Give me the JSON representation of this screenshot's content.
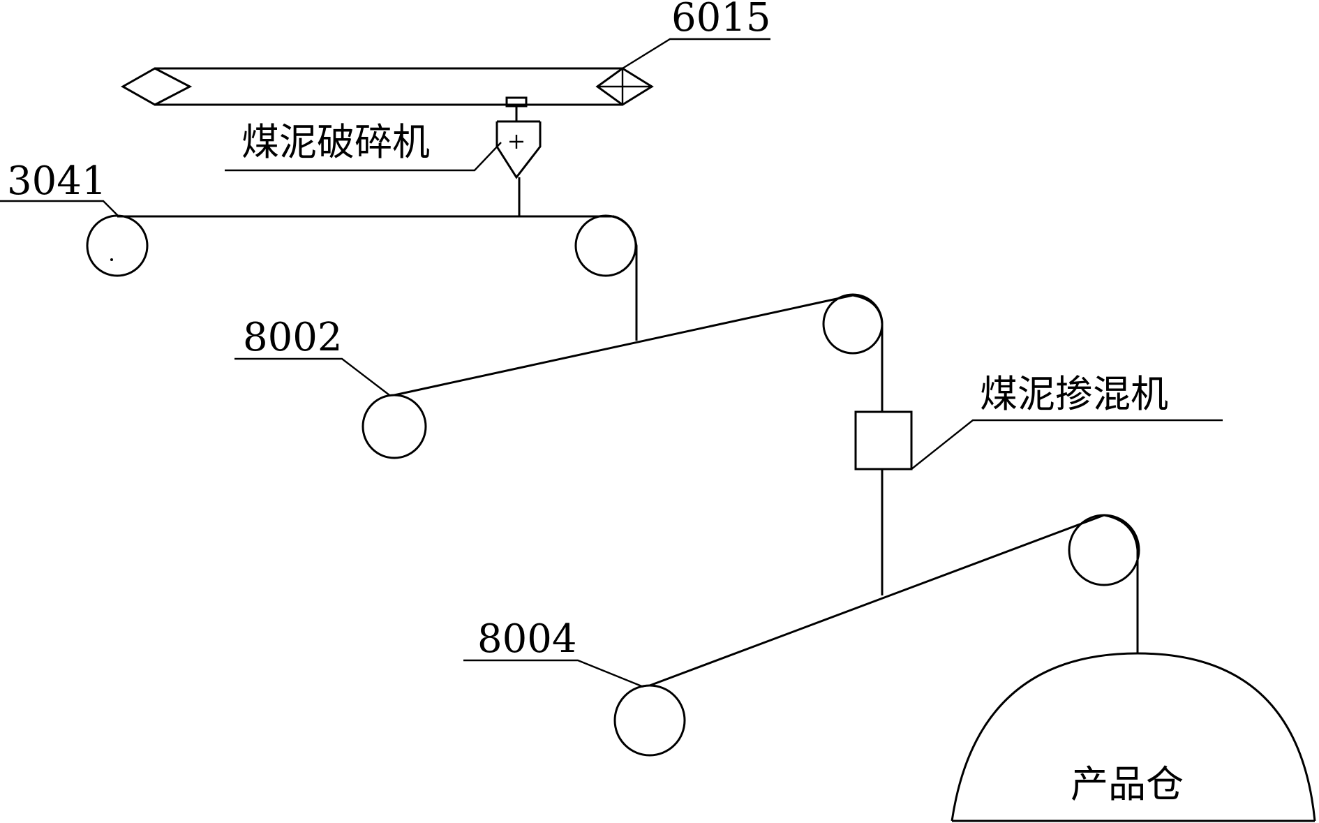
{
  "diagram": {
    "labels": {
      "conveyor_top": "6015",
      "crusher": "煤泥破碎机",
      "belt_3041": "3041",
      "belt_8002": "8002",
      "mixer": "煤泥掺混机",
      "belt_8004": "8004",
      "silo": "产品仓"
    },
    "colors": {
      "stroke": "#000000",
      "background": "#ffffff"
    }
  }
}
